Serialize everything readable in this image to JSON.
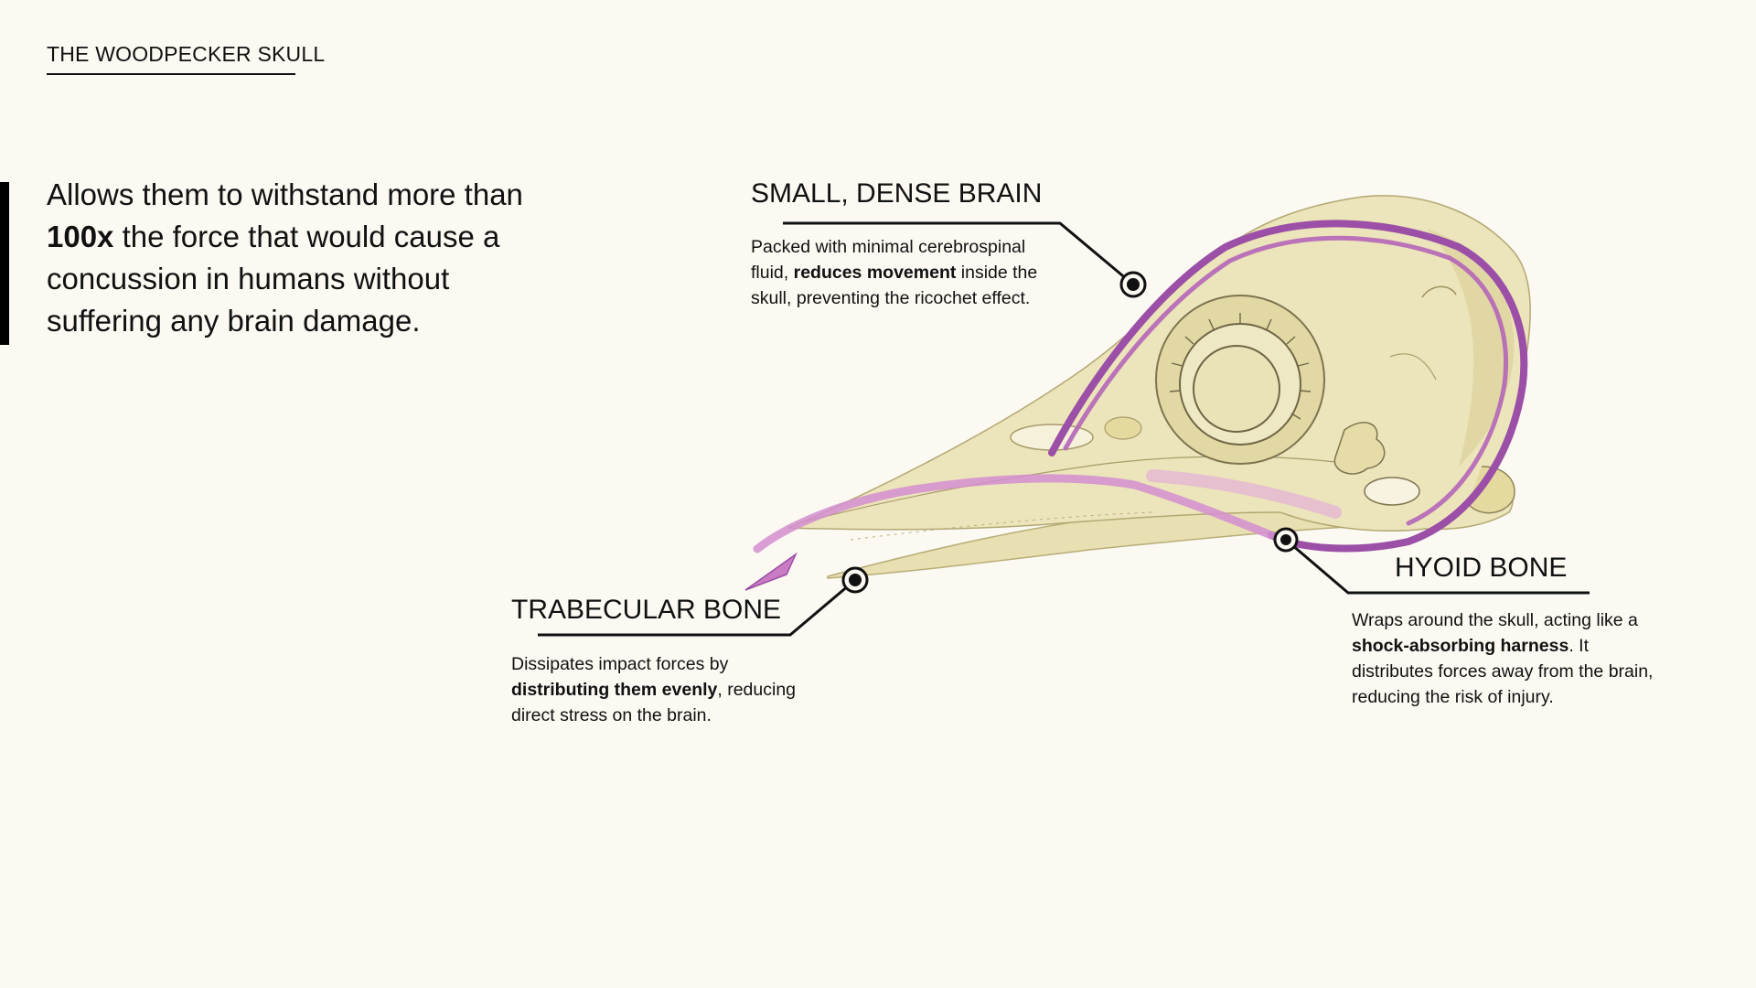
{
  "page": {
    "title": "THE WOODPECKER SKULL",
    "background": "#fbf9f2"
  },
  "lead": {
    "pre": "Allows them to withstand more than ",
    "emphasis": "100x",
    "post": " the force that would cause a concussion in humans without suffering any brain damage."
  },
  "labels": {
    "brain": {
      "heading": "SMALL, DENSE BRAIN",
      "text_pre": "Packed with minimal cerebrospinal fluid, ",
      "text_bold": "reduces movement",
      "text_post": " inside the skull, preventing the ricochet effect."
    },
    "trabecular": {
      "heading": "TRABECULAR BONE",
      "text_pre": "Dissipates impact forces by ",
      "text_bold": "distributing them evenly",
      "text_post": ", reducing direct stress on the brain."
    },
    "hyoid": {
      "heading": "HYOID BONE",
      "text_pre": "Wraps around the skull, acting like a ",
      "text_bold": "shock-absorbing harness",
      "text_post": ". It distributes forces away from the brain, reducing the risk of injury."
    }
  },
  "colors": {
    "bone": "#ebe3b8",
    "bone_shadow": "#d6cb93",
    "hyoid": "#9b4fa6",
    "hyoid_light": "#cf8cc8",
    "ink": "#111111"
  }
}
